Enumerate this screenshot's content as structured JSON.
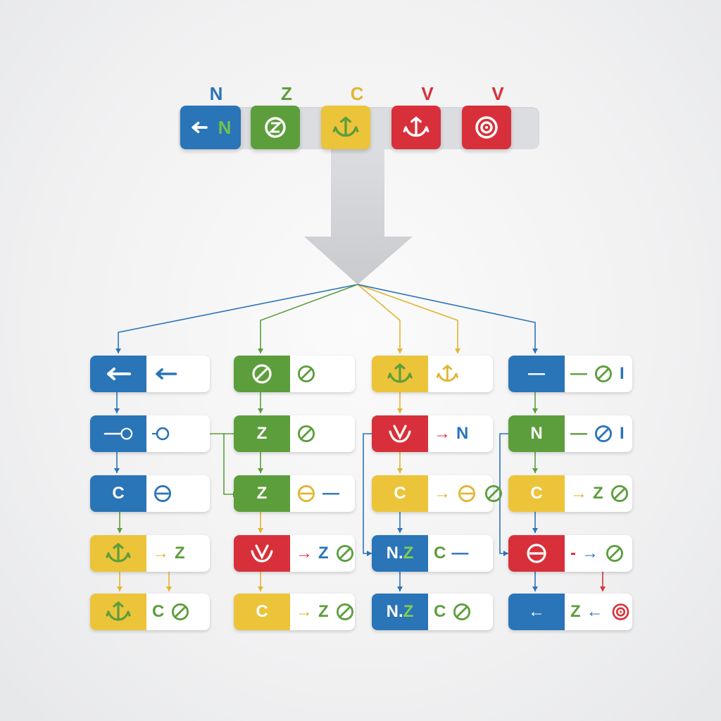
{
  "legend": {
    "letters": [
      "N",
      "Z",
      "C",
      "V",
      "V"
    ],
    "letter_colors": [
      "#2a74b8",
      "#5c9e3c",
      "#e2b530",
      "#d8303a",
      "#d8303a"
    ],
    "tile_colors": [
      "#2a74b8",
      "#5c9e3c",
      "#ecc43a",
      "#d8303a",
      "#d8303a"
    ],
    "tile_icons": [
      "arrow-left-n-icon",
      "z-circle-icon",
      "anchor-icon",
      "anchor-icon",
      "target-icon"
    ],
    "tile_texts": [
      "N",
      "",
      "",
      "",
      ""
    ]
  },
  "columns": [
    {
      "color": "#2a74b8",
      "rows": [
        {
          "cap_color": "#2a74b8",
          "cap_icon": "arrow-left-icon",
          "cap_text": "",
          "tail": [
            {
              "icon": "arrow-left-icon",
              "color": "#2a74b8"
            }
          ]
        },
        {
          "cap_color": "#2a74b8",
          "cap_icon": "dash-circle-icon",
          "cap_text": "",
          "tail": [
            {
              "icon": "circle-icon",
              "color": "#2a74b8"
            }
          ]
        },
        {
          "cap_color": "#2a74b8",
          "cap_icon": "",
          "cap_text": "C",
          "tail": [
            {
              "icon": "minus-circle-icon",
              "color": "#2a74b8"
            }
          ]
        },
        {
          "cap_color": "#ecc43a",
          "cap_icon": "anchor-icon",
          "cap_text": "",
          "tail": [
            {
              "text": "→",
              "color": "#e2b530"
            },
            {
              "text": "Z",
              "color": "#5c9e3c"
            }
          ]
        },
        {
          "cap_color": "#ecc43a",
          "cap_icon": "anchor-icon",
          "cap_text": "",
          "tail": [
            {
              "text": "C",
              "color": "#5c9e3c"
            },
            {
              "icon": "slash-circle-icon",
              "color": "#5c9e3c"
            }
          ]
        }
      ]
    },
    {
      "color": "#5c9e3c",
      "rows": [
        {
          "cap_color": "#5c9e3c",
          "cap_icon": "slash-circle-icon",
          "cap_text": "",
          "tail": [
            {
              "icon": "slash-circle-icon",
              "color": "#5c9e3c"
            }
          ]
        },
        {
          "cap_color": "#5c9e3c",
          "cap_icon": "",
          "cap_text": "Z",
          "tail": [
            {
              "icon": "slash-circle-icon",
              "color": "#5c9e3c"
            }
          ]
        },
        {
          "cap_color": "#5c9e3c",
          "cap_icon": "",
          "cap_text": "Z",
          "tail": [
            {
              "icon": "minus-circle-icon",
              "color": "#e2b530"
            },
            {
              "text": "—",
              "color": "#2a74b8"
            }
          ]
        },
        {
          "cap_color": "#d8303a",
          "cap_icon": "v-anchor-icon",
          "cap_text": "",
          "tail": [
            {
              "text": "→",
              "color": "#d8303a"
            },
            {
              "text": "Z",
              "color": "#2a74b8"
            },
            {
              "icon": "slash-circle-icon",
              "color": "#5c9e3c"
            }
          ]
        },
        {
          "cap_color": "#ecc43a",
          "cap_icon": "",
          "cap_text": "C",
          "tail": [
            {
              "text": "→",
              "color": "#e2b530"
            },
            {
              "text": "Z",
              "color": "#5c9e3c"
            },
            {
              "icon": "slash-circle-icon",
              "color": "#5c9e3c"
            }
          ]
        }
      ]
    },
    {
      "color": "#e2b530",
      "rows": [
        {
          "cap_color": "#ecc43a",
          "cap_icon": "anchor-icon",
          "cap_text": "",
          "tail": [
            {
              "icon": "anchor-icon",
              "color": "#e2b530"
            }
          ]
        },
        {
          "cap_color": "#d8303a",
          "cap_icon": "v-anchor-icon",
          "cap_text": "",
          "tail": [
            {
              "text": "→",
              "color": "#d8303a"
            },
            {
              "text": "N",
              "color": "#2a74b8"
            }
          ]
        },
        {
          "cap_color": "#ecc43a",
          "cap_icon": "",
          "cap_text": "C",
          "tail": [
            {
              "text": "→",
              "color": "#e2b530"
            },
            {
              "icon": "minus-circle-icon",
              "color": "#e2b530"
            },
            {
              "icon": "slash-circle-icon",
              "color": "#5c9e3c"
            }
          ]
        },
        {
          "cap_color": "#2a74b8",
          "cap_icon": "",
          "cap_text": "N.Z",
          "tail": [
            {
              "text": "C",
              "color": "#5c9e3c"
            },
            {
              "text": "—",
              "color": "#2a74b8"
            }
          ]
        },
        {
          "cap_color": "#2a74b8",
          "cap_icon": "",
          "cap_text": "N.Z",
          "tail": [
            {
              "text": "C",
              "color": "#5c9e3c"
            },
            {
              "icon": "slash-circle-icon",
              "color": "#5c9e3c"
            }
          ]
        }
      ]
    },
    {
      "color": "#2a74b8",
      "rows": [
        {
          "cap_color": "#2a74b8",
          "cap_icon": "",
          "cap_text": "—",
          "tail": [
            {
              "text": "—",
              "color": "#5c9e3c"
            },
            {
              "icon": "slash-circle-icon",
              "color": "#5c9e3c"
            },
            {
              "text": "I",
              "color": "#2a74b8"
            }
          ]
        },
        {
          "cap_color": "#5c9e3c",
          "cap_icon": "",
          "cap_text": "N",
          "tail": [
            {
              "text": "—",
              "color": "#5c9e3c"
            },
            {
              "icon": "slash-circle-icon",
              "color": "#2a74b8"
            },
            {
              "text": "I",
              "color": "#2a74b8"
            }
          ]
        },
        {
          "cap_color": "#ecc43a",
          "cap_icon": "",
          "cap_text": "C",
          "tail": [
            {
              "text": "→",
              "color": "#e2b530"
            },
            {
              "text": "Z",
              "color": "#5c9e3c"
            },
            {
              "icon": "slash-circle-icon",
              "color": "#5c9e3c"
            }
          ]
        },
        {
          "cap_color": "#d8303a",
          "cap_icon": "minus-circle-icon",
          "cap_text": "",
          "tail": [
            {
              "text": "-",
              "color": "#d8303a"
            },
            {
              "text": "→",
              "color": "#2a74b8"
            },
            {
              "icon": "slash-circle-icon",
              "color": "#5c9e3c"
            }
          ]
        },
        {
          "cap_color": "#2a74b8",
          "cap_icon": "",
          "cap_text": "←",
          "tail": [
            {
              "text": "Z",
              "color": "#5c9e3c"
            },
            {
              "text": "←",
              "color": "#2a74b8"
            },
            {
              "icon": "target-icon",
              "color": "#d8303a"
            }
          ]
        }
      ]
    }
  ]
}
